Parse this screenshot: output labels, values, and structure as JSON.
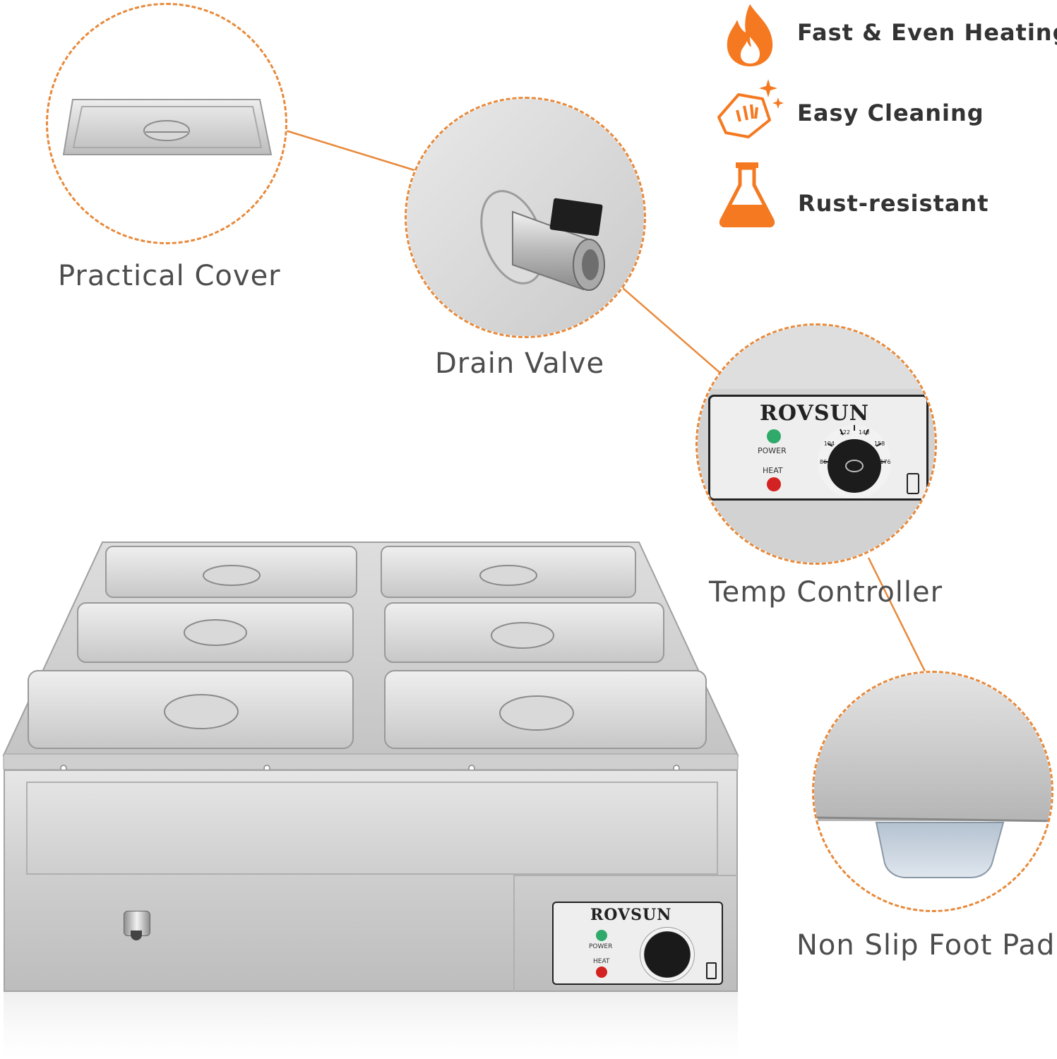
{
  "colors": {
    "accent": "#e8893a",
    "icon_orange": "#f47920",
    "steel": "#c8c8c8"
  },
  "features": [
    {
      "icon": "flame-icon",
      "label": "Fast & Even Heating"
    },
    {
      "icon": "cleaning-hand-icon",
      "label": "Easy Cleaning"
    },
    {
      "icon": "flask-icon",
      "label": "Rust-resistant"
    }
  ],
  "callouts": {
    "cover": "Practical Cover",
    "drain": "Drain Valve",
    "temp": "Temp Controller",
    "foot": "Non Slip Foot Pad"
  },
  "panel": {
    "brand": "ROVSUN",
    "power": "POWER",
    "heat": "HEAT",
    "dial_ticks": [
      "86",
      "104",
      "122",
      "140",
      "158",
      "176"
    ]
  }
}
